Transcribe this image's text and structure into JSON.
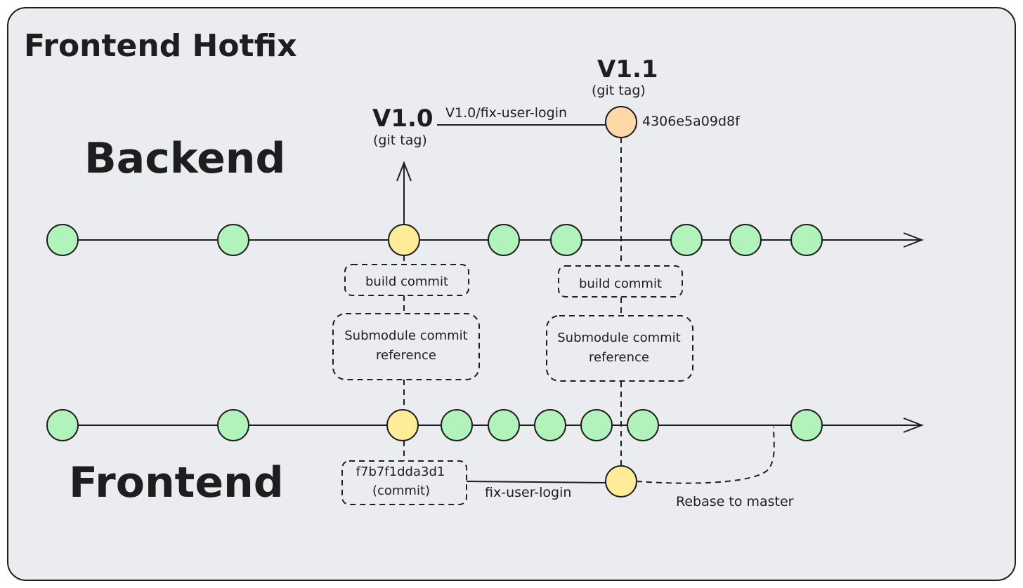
{
  "title": "Frontend Hotfix",
  "backend_label": "Backend",
  "frontend_label": "Frontend",
  "tags": {
    "v10": {
      "name": "V1.0",
      "sub": "(git tag)"
    },
    "v11": {
      "name": "V1.1",
      "sub": "(git tag)"
    }
  },
  "branch_label_top": "V1.0/fix-user-login",
  "hash_top": "4306e5a09d8f",
  "boxes": {
    "build_commit_1": "build commit",
    "build_commit_2": "build commit",
    "submodule_1": [
      "Submodule commit",
      "reference"
    ],
    "submodule_2": [
      "Submodule commit",
      "reference"
    ],
    "frontend_commit": [
      "f7b7f1dda3d1",
      "(commit)"
    ]
  },
  "branch_label_bottom": "fix-user-login",
  "rebase_label": "Rebase to master",
  "colors": {
    "background": "#ebecf0",
    "border": "#1e1e1e",
    "commit_green": "#b2f2bb",
    "commit_yellow": "#ffec99",
    "commit_orange": "#ffd8a8"
  }
}
